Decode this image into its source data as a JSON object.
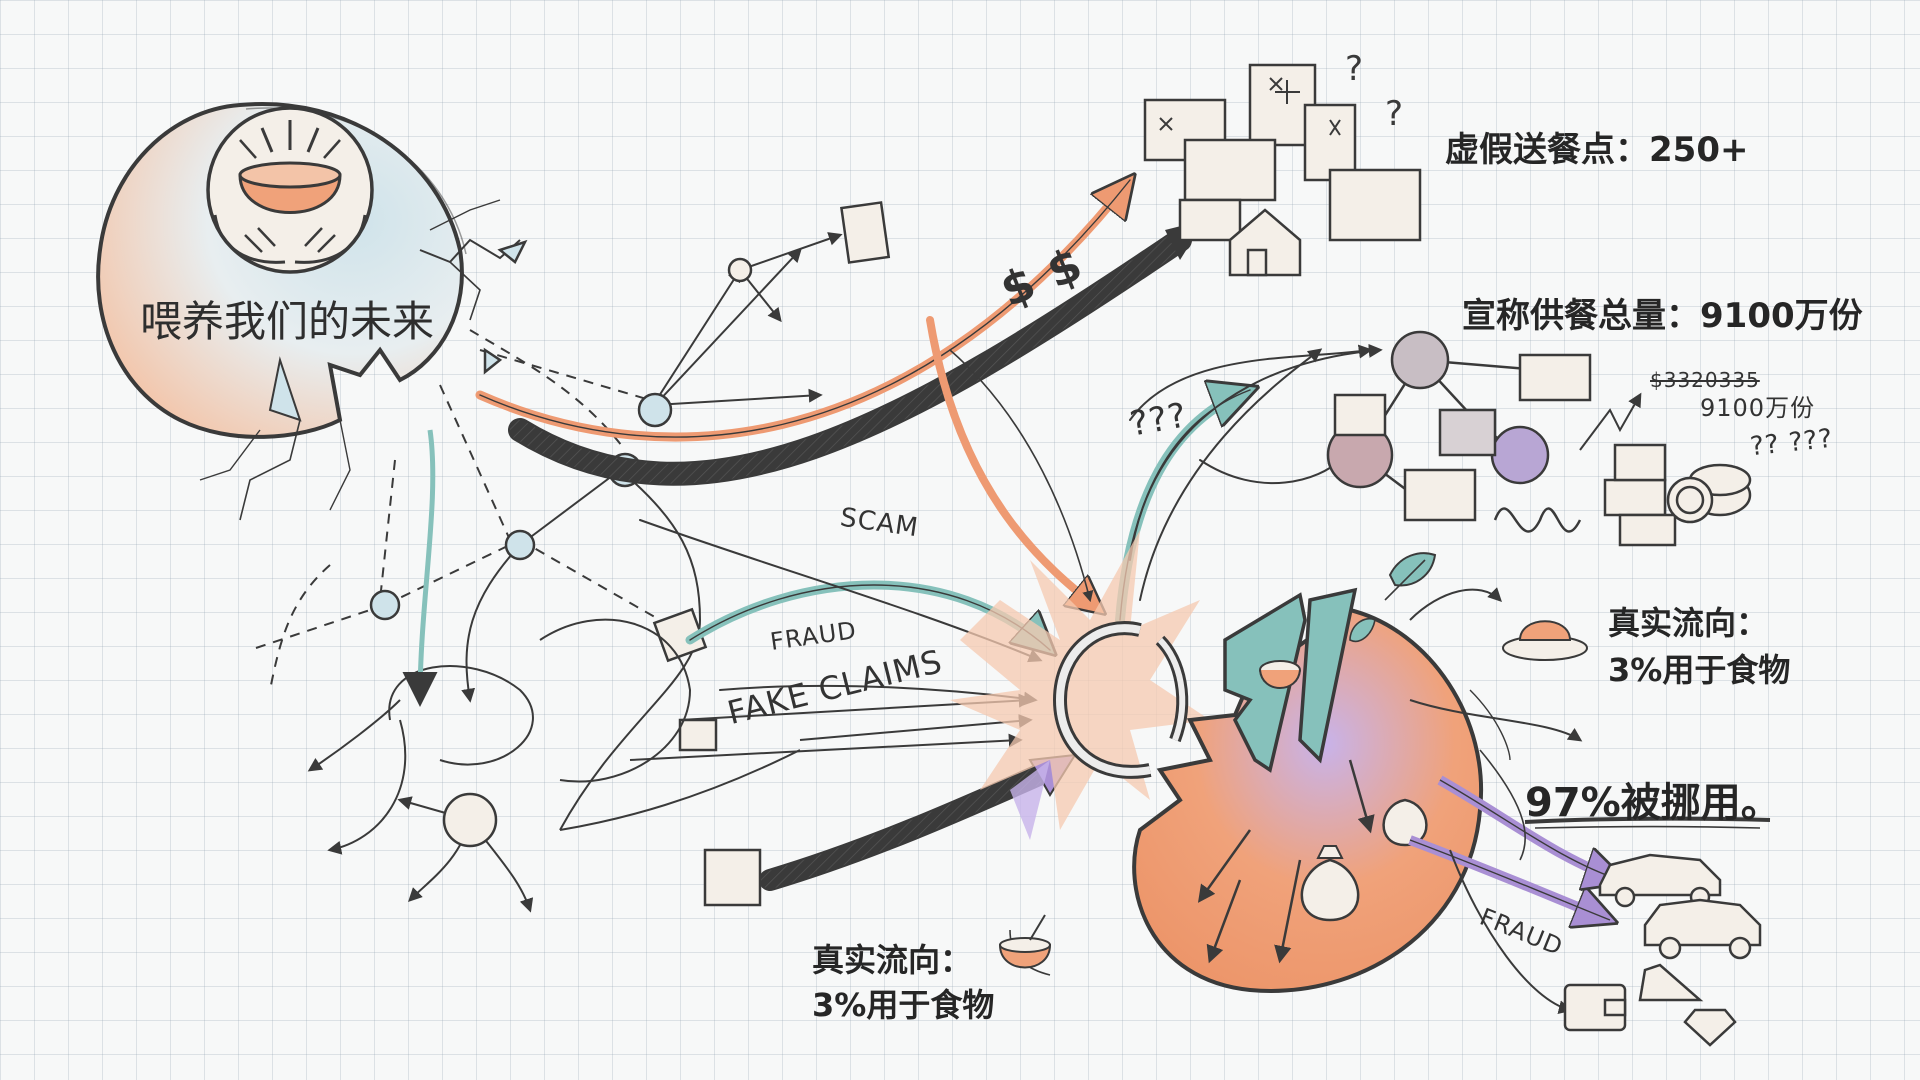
{
  "title": "喂养我们的未来",
  "labels": {
    "fake_sites": "虚假送餐点：250+",
    "claimed_meals": "宣称供餐总量：9100万份",
    "strikethrough_number": "$3320335",
    "meals_small": "9100万份",
    "real_flow_right_1": "真实流向：",
    "real_flow_right_2": "3%用于食物",
    "misused": "97%被挪用。",
    "real_flow_bottom_1": "真实流向：",
    "real_flow_bottom_2": "3%用于食物"
  },
  "annotations": {
    "scam": "SCAM",
    "fraud1": "FRAUD",
    "fake_claims": "FAKE CLAIMS",
    "fraud2": "FRAUD",
    "question_left": "???",
    "question_right": "?? ???",
    "dollar_signs": "$ $"
  },
  "pie": {
    "food_percent": 3,
    "misused_percent": 97
  },
  "colors": {
    "orange": "#f0a27a",
    "teal": "#86c1bb",
    "purple": "#a98fd4",
    "ink": "#3a3a3a",
    "light_blue": "#cfe3ea"
  },
  "icons": [
    "food-bowl-icon",
    "hands-icon",
    "building-icon",
    "house-icon",
    "car-icon",
    "shoe-icon",
    "wallet-icon",
    "diamond-icon",
    "money-bag-icon",
    "meal-plate-icon",
    "leaf-icon",
    "box-stack-icon"
  ]
}
